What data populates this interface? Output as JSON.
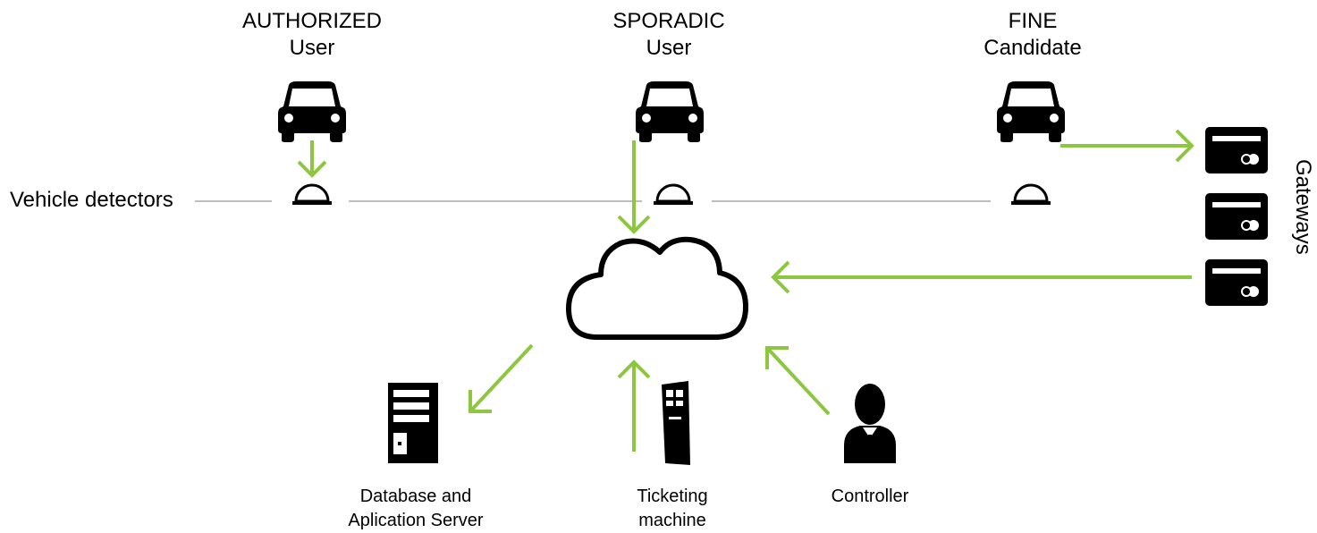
{
  "users": {
    "authorized": {
      "line1": "AUTHORIZED",
      "line2": "User",
      "icon": "car-icon"
    },
    "sporadic": {
      "line1": "SPORADIC",
      "line2": "User",
      "icon": "car-icon"
    },
    "fine": {
      "line1": "FINE",
      "line2": "Candidate",
      "icon": "car-icon"
    }
  },
  "detectors": {
    "label": "Vehicle detectors",
    "icon": "vehicle-detector-icon"
  },
  "gateways": {
    "label": "Gateways",
    "icon": "gateway-icon",
    "count": 3
  },
  "cloud": {
    "icon": "cloud-icon"
  },
  "bottom": {
    "server": {
      "line1": "Database and",
      "line2": "Aplication Server",
      "icon": "server-icon"
    },
    "ticketing": {
      "line1": "Ticketing",
      "line2": "machine",
      "icon": "ticketing-machine-icon"
    },
    "controller": {
      "label": "Controller",
      "icon": "controller-person-icon"
    }
  },
  "colors": {
    "arrow": "#8dc63f",
    "icon": "#000000",
    "line": "#999999"
  }
}
